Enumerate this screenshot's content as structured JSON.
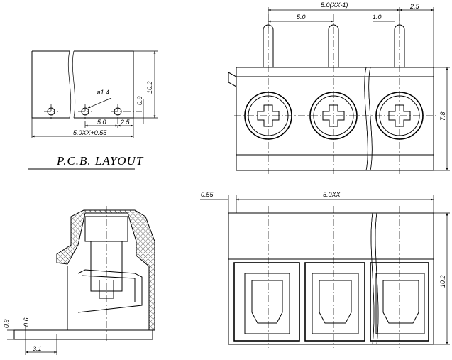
{
  "pcb_layout": {
    "title": "P.C.B. LAYOUT",
    "hole_diameter": "ø1.4",
    "pitch": "5.0",
    "edge_offset": "2.5",
    "total_width": "5.0XX+0.55",
    "height": "10.2",
    "hole_offset": "0.9"
  },
  "top_view": {
    "span": "5.0(XX-1)",
    "pitch": "5.0",
    "pin_width": "1.0",
    "edge": "2.5",
    "height": "7.8"
  },
  "side_section": {
    "dim_a": "0.9",
    "dim_b": "0.6",
    "dim_c": "3.1"
  },
  "front_view": {
    "margin": "0.55",
    "width": "5.0XX",
    "height": "10.2"
  }
}
